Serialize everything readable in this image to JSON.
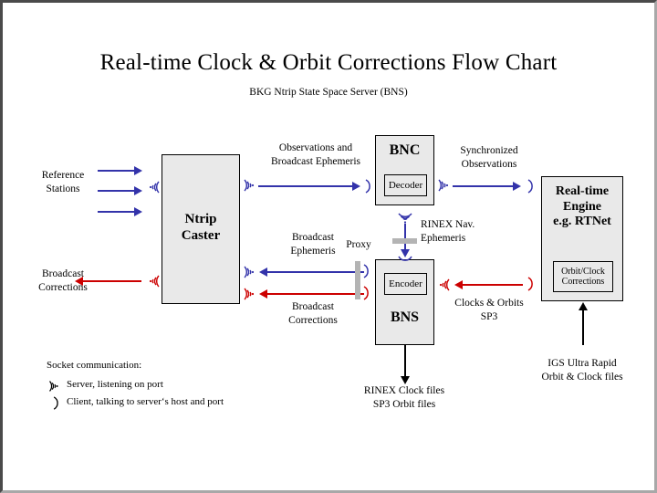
{
  "page": {
    "title": "Real-time Clock & Orbit Corrections Flow Chart",
    "subtitle": "BKG Ntrip State Space Server  (BNS)"
  },
  "colors": {
    "blue": "#3333aa",
    "red": "#cc0000",
    "box_fill": "#e9e9e9",
    "box_border": "#000000",
    "proxy_bar": "#b4b4b4",
    "frame_dark": "#4a4a4a",
    "frame_light": "#a8a8a8"
  },
  "boxes": {
    "ntrip_caster": {
      "label": "Ntrip\nCaster"
    },
    "bnc": {
      "label": "BNC",
      "inner_label": "Decoder"
    },
    "bns": {
      "label": "BNS",
      "inner_label": "Encoder"
    },
    "rt_engine": {
      "label": "Real-time\nEngine\ne.g. RTNet",
      "inner_label": "Orbit/Clock\nCorrections"
    }
  },
  "labels": {
    "reference_stations": "Reference\nStations",
    "broadcast_corrections_out": "Broadcast\nCorrections",
    "observations_and_bce": "Observations and\nBroadcast Ephemeris",
    "synchronized_observations": "Synchronized\nObservations",
    "rinex_nav_ephemeris": "RINEX Nav.\nEphemeris",
    "proxy": "Proxy",
    "broadcast_ephemeris": "Broadcast\nEphemeris",
    "broadcast_corrections_mid": "Broadcast\nCorrections",
    "clocks_and_orbits_sp3": "Clocks & Orbits\nSP3",
    "rinex_clock_sp3_files": "RINEX Clock files\nSP3 Orbit files",
    "igs_ultra_rapid": "IGS Ultra Rapid\nOrbit & Clock files"
  },
  "legend": {
    "heading": "Socket communication:",
    "server": "Server,  listening on port",
    "client": "Client, talking to server‘s host and port",
    "server_icon": "signal-waves-icon",
    "client_icon": "client-bracket-icon"
  },
  "icons": {
    "server_socket": "signal-waves-icon",
    "client_socket": "client-bracket-icon",
    "arrow_head": "arrow-head-icon"
  }
}
